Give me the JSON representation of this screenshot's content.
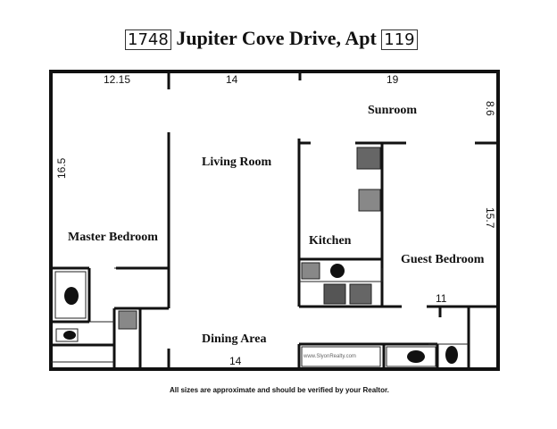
{
  "title": {
    "number": "1748",
    "street": "Jupiter Cove Drive, Apt",
    "unit": "119"
  },
  "rooms": {
    "sunroom": "Sunroom",
    "living_room": "Living Room",
    "master_bedroom": "Master Bedroom",
    "kitchen": "Kitchen",
    "guest_bedroom": "Guest Bedroom",
    "dining_area": "Dining Area"
  },
  "dimensions": {
    "top_left": "12.15",
    "top_mid": "14",
    "top_right": "19",
    "right_top": "8.6",
    "left_side": "16.5",
    "right_side": "15.7",
    "guest_bottom": "11",
    "bottom_mid": "14"
  },
  "watermark": "www.SlyonRealty.com",
  "footer": "All sizes are approximate and should be verified by your Realtor."
}
